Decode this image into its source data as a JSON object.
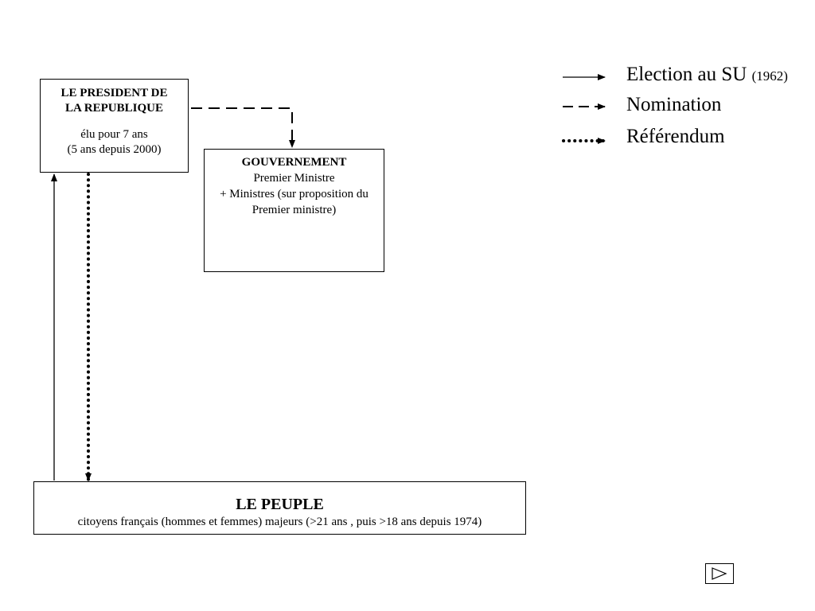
{
  "president": {
    "title_line1": "LE PRESIDENT DE",
    "title_line2": "LA REPUBLIQUE",
    "term_line1": "élu pour 7 ans",
    "term_line2": "(5 ans depuis 2000)"
  },
  "gouvernement": {
    "title": "GOUVERNEMENT",
    "line1": "Premier Ministre",
    "line2": "+ Ministres (sur proposition du",
    "line3": "Premier ministre)"
  },
  "peuple": {
    "title": "LE PEUPLE",
    "subtitle": "citoyens français (hommes et femmes) majeurs (>21 ans , puis >18 ans depuis 1974)"
  },
  "legend": {
    "election": "Election au SU",
    "election_year": "(1962)",
    "nomination": "Nomination",
    "referendum": "Référendum"
  },
  "nav": {
    "icon": "play-triangle-icon"
  }
}
